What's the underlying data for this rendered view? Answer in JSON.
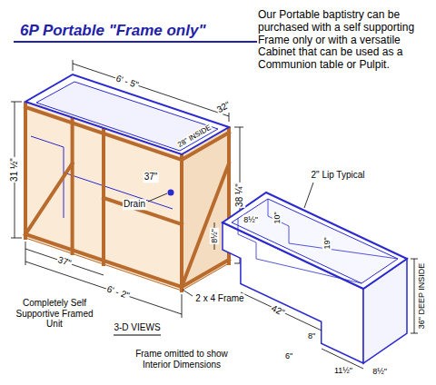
{
  "diagram": {
    "title": "6P Portable \"Frame only\"",
    "labels": [
      "Our Portable baptistry can be purchased with a self supporting Frame only or with a versatile Cabinet that can be used as a Communion table or Pulpit.",
      "6' - 5\"",
      "32\"",
      "28\" INSIDE",
      "38 ¼\"",
      "31 ½\"",
      "37\"",
      "Drain",
      "37\"",
      "2 x 4 Frame",
      "6' - 2\"",
      "Completely Self Supportive Framed Unit",
      "3-D VIEWS",
      "Frame omitted to show Interior Dimensions",
      "2\" Lip Typical",
      "8½\"",
      "10\"",
      "19\"",
      "8½\"",
      "42\"",
      "8\"",
      "6\"",
      "11½\"",
      "8½\"",
      "36\" DEEP INSIDE"
    ]
  }
}
